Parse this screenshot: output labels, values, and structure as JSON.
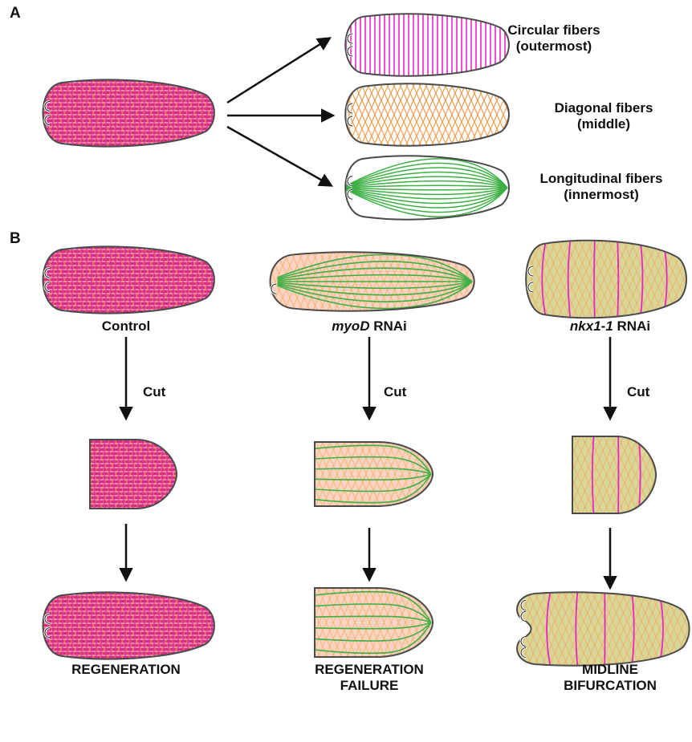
{
  "panels": {
    "a": "A",
    "b": "B"
  },
  "fibers": [
    {
      "line1": "Circular fibers",
      "line2": "(outermost)"
    },
    {
      "line1": "Diagonal fibers",
      "line2": "(middle)"
    },
    {
      "line1": "Longitudinal fibers",
      "line2": "(innermost)"
    }
  ],
  "conditions": [
    {
      "gene": "",
      "suffix": "Control"
    },
    {
      "gene": "myoD",
      "suffix": " RNAi"
    },
    {
      "gene": "nkx1-1",
      "suffix": " RNAi"
    }
  ],
  "cut_label": "Cut",
  "outcomes": [
    {
      "line1": "REGENERATION",
      "line2": ""
    },
    {
      "line1": "REGENERATION",
      "line2": "FAILURE"
    },
    {
      "line1": "MIDLINE",
      "line2": "BIFURCATION"
    }
  ],
  "colors": {
    "circular": "#e826c8",
    "diagonal": "#f0a050",
    "longitudinal": "#3cb043",
    "control_fill": "#d2306e",
    "myod_fill": "#fbd4c2",
    "nkx_fill": "#d9d69a",
    "outline": "#4a4a4a"
  }
}
